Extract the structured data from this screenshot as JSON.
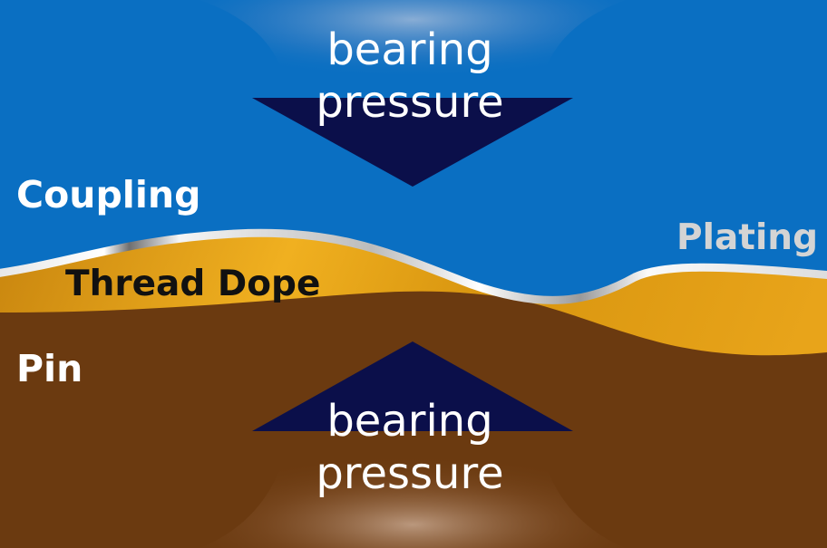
{
  "labels": {
    "coupling": "Coupling",
    "thread_dope": "Thread Dope",
    "pin": "Pin",
    "plating": "Plating"
  },
  "top_arrow": {
    "line1": "bearing",
    "line2": "pressure"
  },
  "bottom_arrow": {
    "line1": "bearing",
    "line2": "pressure"
  },
  "colors": {
    "coupling": "#0a6fc2",
    "thread_dope": "#e8a21a",
    "pin": "#6b3a10",
    "plating": "#e0e0e0",
    "arrow": "#0b0f4a"
  }
}
